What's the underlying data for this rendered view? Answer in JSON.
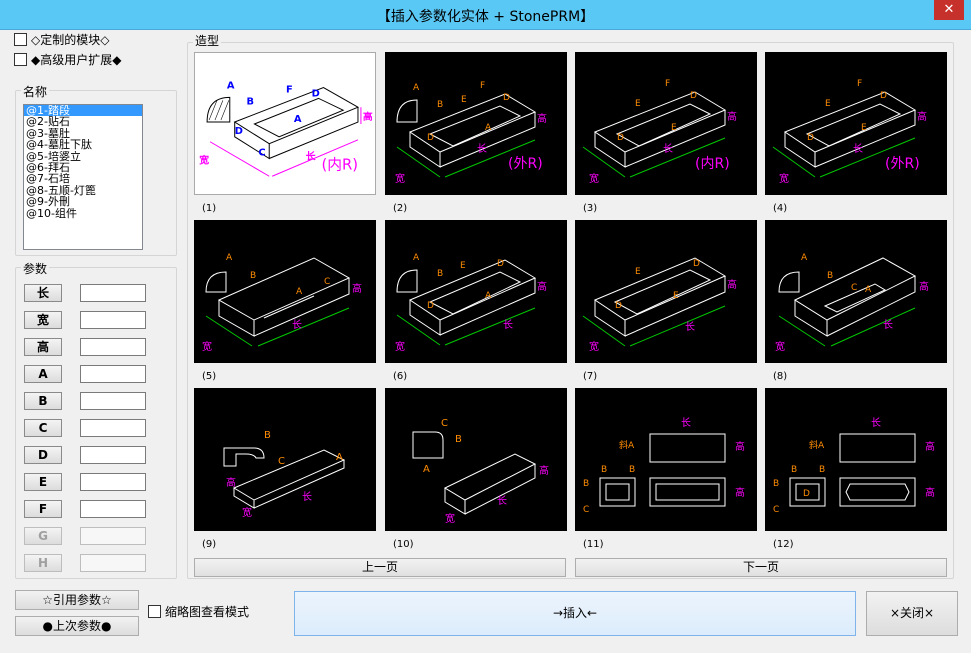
{
  "window": {
    "title": "【插入参数化实体 + StonePRM】",
    "close_glyph": "✕"
  },
  "options": {
    "custom_module": "◇定制的模块◇",
    "advanced_ext": "◆高级用户扩展◆"
  },
  "name_group": {
    "title": "名称",
    "items": [
      "@1-踏段",
      "@2-贴石",
      "@3-墓肚",
      "@4-墓肚下肽",
      "@5-培婆立",
      "@6-拜石",
      "@7-石培",
      "@8-五顺-灯篦",
      "@9-外刪",
      "@10-组件"
    ],
    "selected": "@1-踏段"
  },
  "params_group": {
    "title": "参数",
    "buttons": [
      "长",
      "宽",
      "高",
      "A",
      "B",
      "C",
      "D",
      "E",
      "F",
      "G",
      "H"
    ],
    "disabled": [
      "G",
      "H"
    ]
  },
  "shape_group": {
    "title": "造型",
    "thumbnails": [
      "(1)",
      "(2)",
      "(3)",
      "(4)",
      "(5)",
      "(6)",
      "(7)",
      "(8)",
      "(9)",
      "(10)",
      "(11)",
      "(12)"
    ],
    "selected_index": 0
  },
  "nav": {
    "prev": "上一页",
    "next": "下一页"
  },
  "bottom": {
    "ref_params": "☆引用参数☆",
    "last_params": "●上次参数●",
    "thumb_mode": "缩略图查看模式",
    "insert": "→插入←",
    "close": "×关闭×"
  },
  "drawing_labels": {
    "len": "长",
    "wid": "宽",
    "hgt": "高",
    "inner_r": "(内R)",
    "outer_r": "(外R)",
    "slope": "斜A",
    "A": "A",
    "B": "B",
    "C": "C",
    "D": "D",
    "E": "E",
    "F": "F"
  },
  "colors": {
    "title_bar": "#5ac8f5",
    "selection": "#3399ff",
    "dim_green": "#00c800",
    "dim_magenta": "#ff00ff",
    "label_orange": "#ff8c00",
    "label_red": "#ff2020",
    "close_red": "#c7312b"
  }
}
